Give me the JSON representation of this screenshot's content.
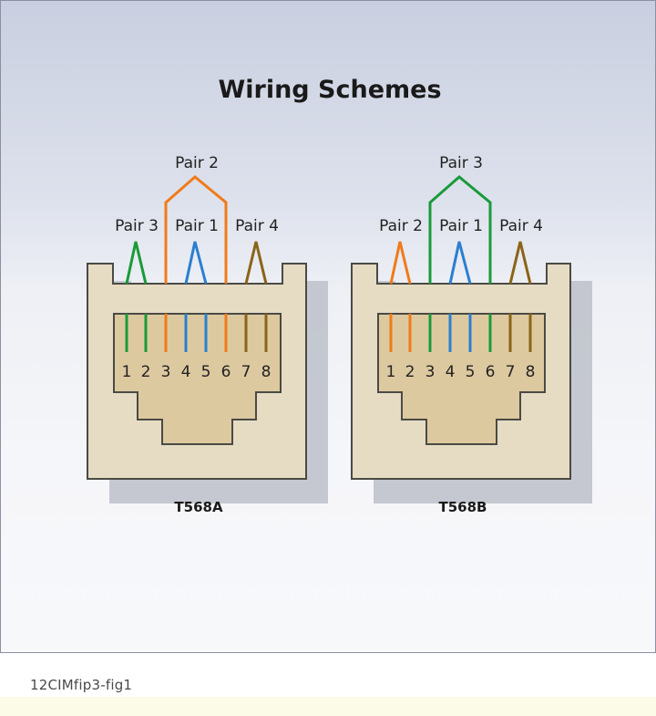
{
  "title": "Wiring Schemes",
  "caption": "12CIMfip3-fig1",
  "jacks": [
    {
      "name": "T568A",
      "pins": [
        "1",
        "2",
        "3",
        "4",
        "5",
        "6",
        "7",
        "8"
      ],
      "pair_labels": {
        "left": "Pair 3",
        "center": "Pair 1",
        "right": "Pair 4",
        "top": "Pair 2"
      },
      "pair_colors": {
        "left": "#1a9a3a",
        "center": "#2a7fd0",
        "right": "#8a6418",
        "top": "#f07b1a"
      }
    },
    {
      "name": "T568B",
      "pins": [
        "1",
        "2",
        "3",
        "4",
        "5",
        "6",
        "7",
        "8"
      ],
      "pair_labels": {
        "left": "Pair 2",
        "center": "Pair 1",
        "right": "Pair 4",
        "top": "Pair 3"
      },
      "pair_colors": {
        "left": "#f07b1a",
        "center": "#2a7fd0",
        "right": "#8a6418",
        "top": "#1a9a3a"
      }
    }
  ],
  "colors": {
    "jack_body": "#e6dcc4",
    "jack_outline": "#4a4a44",
    "cavity": "#ddc9a0"
  }
}
